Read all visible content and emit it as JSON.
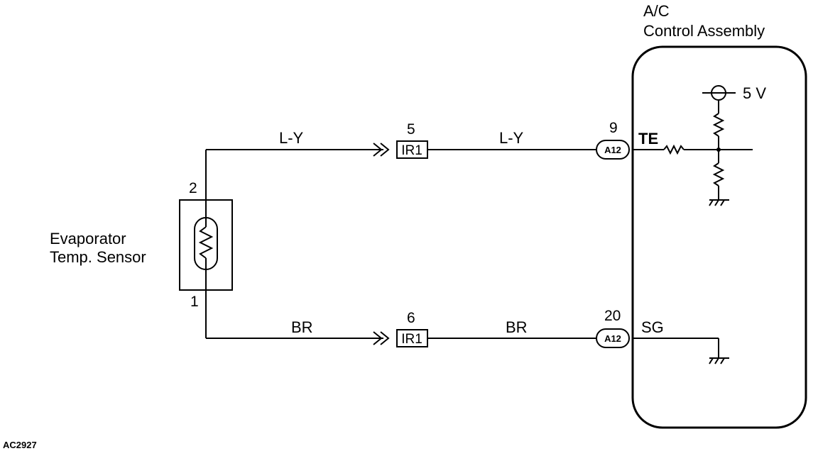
{
  "ecu": {
    "title_line1": "A/C",
    "title_line2": "Control Assembly",
    "supply_label": "5 V",
    "terminal_te": "TE",
    "terminal_sg": "SG"
  },
  "sensor": {
    "name_line1": "Evaporator",
    "name_line2": "Temp. Sensor",
    "pin_top": "2",
    "pin_bottom": "1"
  },
  "upper_circuit": {
    "wire_left": "L-Y",
    "wire_right": "L-Y",
    "junction_pin": "5",
    "junction_label": "IR1",
    "ecu_pin": "9",
    "ecu_connector": "A12"
  },
  "lower_circuit": {
    "wire_left": "BR",
    "wire_right": "BR",
    "junction_pin": "6",
    "junction_label": "IR1",
    "ecu_pin": "20",
    "ecu_connector": "A12"
  },
  "figure_code": "AC2927"
}
